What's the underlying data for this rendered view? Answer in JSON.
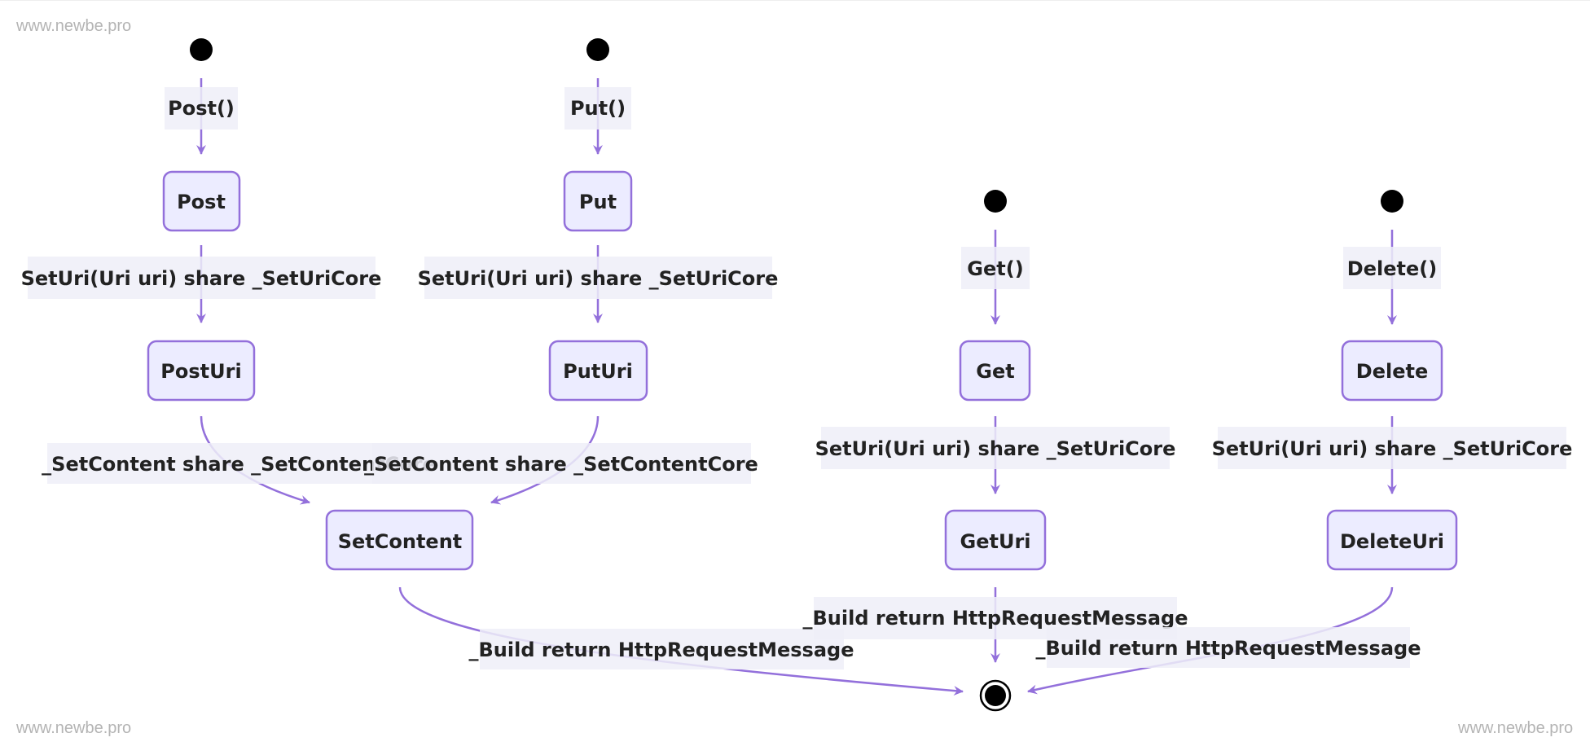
{
  "watermark": {
    "top_left": "www.newbe.pro",
    "bottom_left": "www.newbe.pro",
    "bottom_right": "www.newbe.pro"
  },
  "colors": {
    "node_fill": "#ececff",
    "node_border": "#9370db",
    "edge": "#9370db",
    "label_bg": "#eeeef8",
    "text": "#222222",
    "terminal": "#000000"
  },
  "diagram": {
    "type": "state",
    "nodes": {
      "post": "Post",
      "post_uri": "PostUri",
      "put": "Put",
      "put_uri": "PutUri",
      "set_content": "SetContent",
      "get": "Get",
      "get_uri": "GetUri",
      "delete": "Delete",
      "delete_uri": "DeleteUri"
    },
    "edges": {
      "start_post": "Post()",
      "post_to_post_uri": "SetUri(Uri uri) share _SetUriCore",
      "post_uri_to_set_content": "_SetContent share _SetContentCore",
      "start_put": "Put()",
      "put_to_put_uri": "SetUri(Uri uri) share _SetUriCore",
      "put_uri_to_set_content": "_SetContent share _SetContentCore",
      "set_content_to_end": "_Build return HttpRequestMessage",
      "start_get": "Get()",
      "get_to_get_uri": "SetUri(Uri uri) share _SetUriCore",
      "get_uri_to_end": "_Build return HttpRequestMessage",
      "start_delete": "Delete()",
      "delete_to_delete_uri": "SetUri(Uri uri) share _SetUriCore",
      "delete_uri_to_end": "_Build return HttpRequestMessage"
    }
  }
}
